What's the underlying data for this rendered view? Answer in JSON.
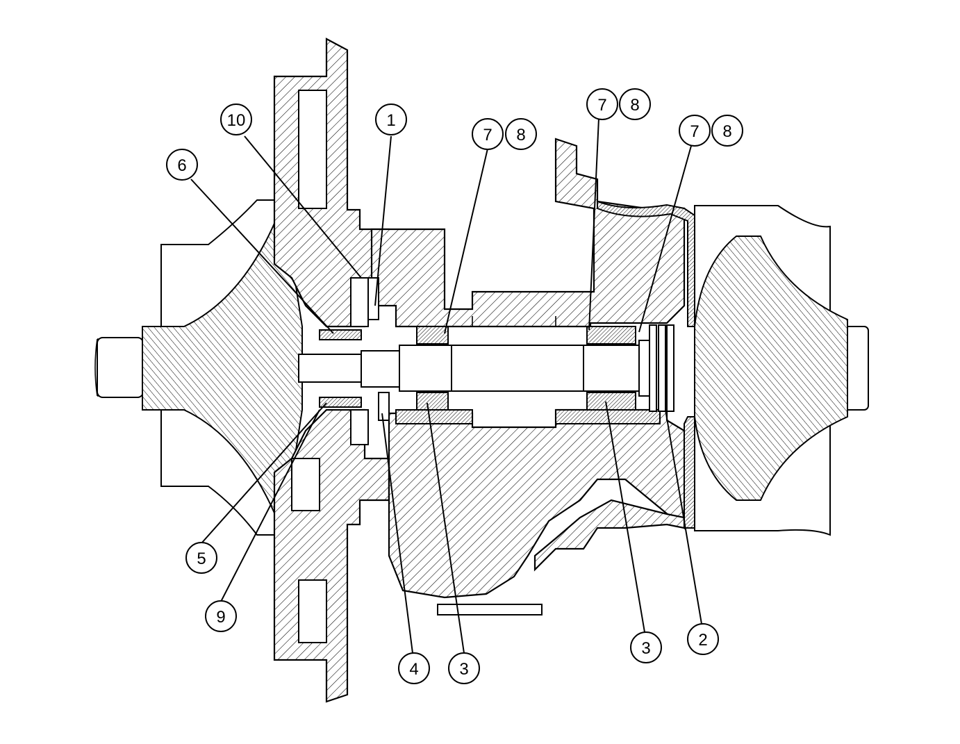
{
  "callouts": [
    {
      "id": "c1",
      "text": "1"
    },
    {
      "id": "c2",
      "text": "2"
    },
    {
      "id": "c3a",
      "text": "3"
    },
    {
      "id": "c3b",
      "text": "3"
    },
    {
      "id": "c4",
      "text": "4"
    },
    {
      "id": "c5",
      "text": "5"
    },
    {
      "id": "c6",
      "text": "6"
    },
    {
      "id": "c7a",
      "text": "7"
    },
    {
      "id": "c8a",
      "text": "8"
    },
    {
      "id": "c7b",
      "text": "7"
    },
    {
      "id": "c8b",
      "text": "8"
    },
    {
      "id": "c7c",
      "text": "7"
    },
    {
      "id": "c8c",
      "text": "8"
    },
    {
      "id": "c9",
      "text": "9"
    },
    {
      "id": "c10",
      "text": "10"
    }
  ],
  "colors": {
    "line": "#000000",
    "background": "#ffffff"
  }
}
